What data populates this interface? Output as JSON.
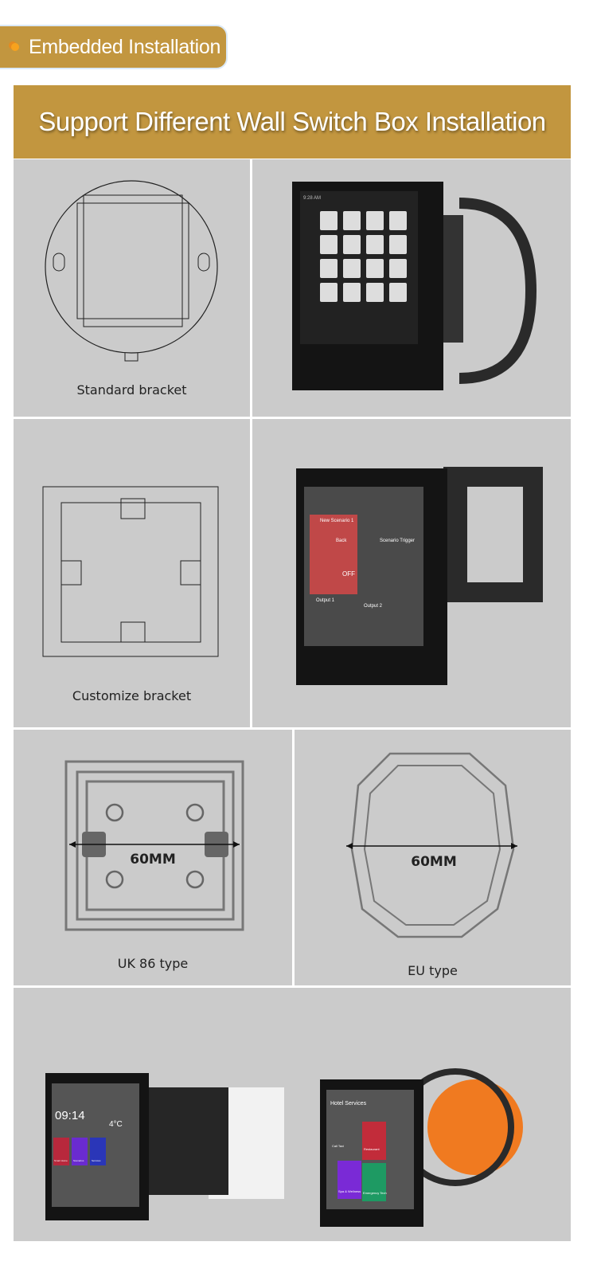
{
  "section_tag": {
    "label": "Embedded Installation",
    "accent": "#c2963f"
  },
  "header": {
    "title": "Support Different Wall Switch Box Installation"
  },
  "panels": {
    "standard": {
      "caption": "Standard bracket",
      "screen_time": "9:28 AM"
    },
    "customize": {
      "caption": "Customize bracket",
      "screen": {
        "title": "New Scenario 1",
        "back": "Back",
        "trigger": "Scenario Trigger",
        "output1": "Output 1",
        "output2": "Output 2",
        "off": "OFF"
      }
    },
    "uk86": {
      "caption": "UK 86 type",
      "dimension": "60MM"
    },
    "eu": {
      "caption": "EU type",
      "dimension": "60MM"
    },
    "product_left": {
      "time": "09:14",
      "temperature": "4°C",
      "tiles": [
        "Smart Home",
        "Scenarios",
        "Services"
      ],
      "tile_colors": [
        "#b8283c",
        "#6a2bd0",
        "#2a36b8"
      ]
    },
    "product_right": {
      "title": "Hotel Services",
      "tiles": [
        "Call Taxi",
        "Restaurant",
        "Spa & Wellness",
        "Emergency Tech"
      ],
      "tile_colors": [
        "#3a3a3a",
        "#c22c3a",
        "#7a2ad6",
        "#1e9a63"
      ]
    }
  }
}
